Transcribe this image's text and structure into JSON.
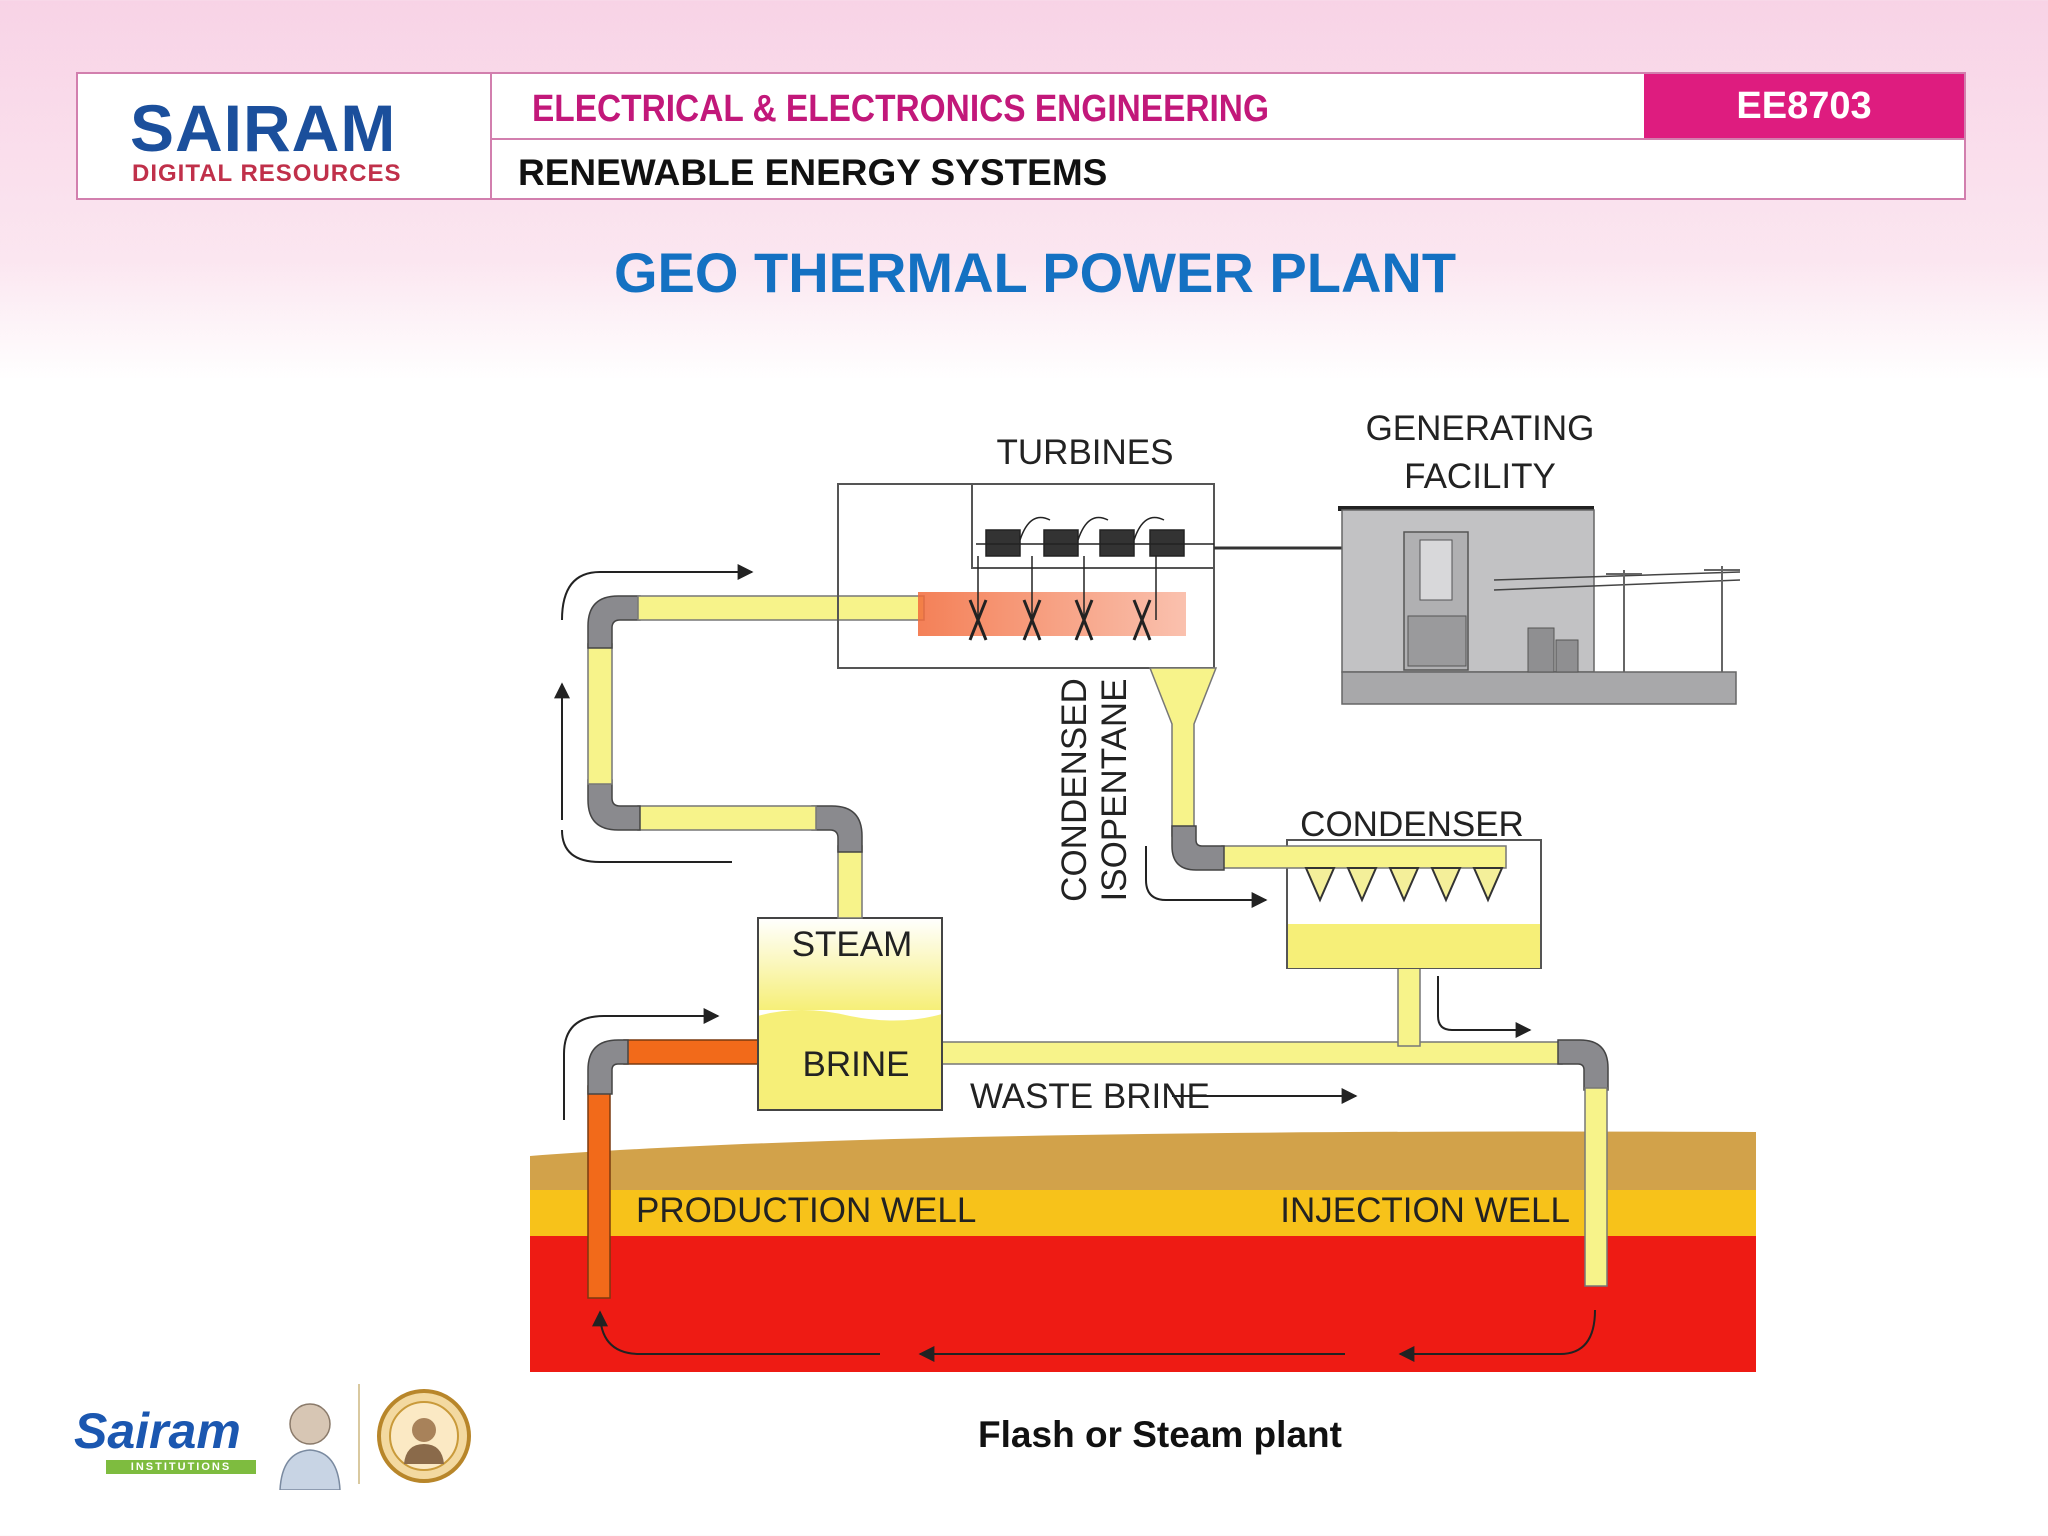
{
  "header": {
    "logo_main": "SAIRAM",
    "logo_sub": "DIGITAL RESOURCES",
    "department": "ELECTRICAL & ELECTRONICS ENGINEERING",
    "subject": "RENEWABLE ENERGY SYSTEMS",
    "course_code": "EE8703"
  },
  "slide_title": "GEO THERMAL POWER PLANT",
  "diagram": {
    "labels": {
      "turbines": "TURBINES",
      "generating_1": "GENERATING",
      "generating_2": "FACILITY",
      "condensed": "CONDENSED",
      "isopentane": "ISOPENTANE",
      "condenser": "CONDENSER",
      "steam": "STEAM",
      "brine": "BRINE",
      "waste_brine": "WASTE BRINE",
      "production_well": "PRODUCTION WELL",
      "injection_well": "INJECTION WELL"
    },
    "colors": {
      "pipe_yellow": "#f7f38a",
      "pipe_orange": "#f26a1a",
      "elbow_gray": "#8a8a8e",
      "ground_brown": "#d2a24a",
      "ground_yellow": "#f7c21a",
      "ground_red": "#ee1b14"
    }
  },
  "caption": "Flash or Steam plant",
  "footer": {
    "brand": "Sairam",
    "band": "INSTITUTIONS"
  }
}
